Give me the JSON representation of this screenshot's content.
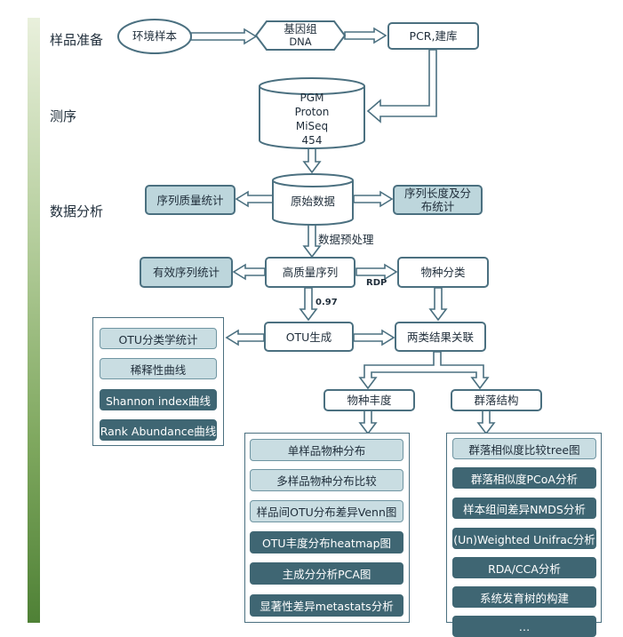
{
  "stages": {
    "prep": "样品准备",
    "seq": "测序",
    "analysis": "数据分析"
  },
  "nodes": {
    "env_sample": "环境样本",
    "genome_line1": "基因组",
    "genome_line2": "DNA",
    "pcr": "PCR,建库",
    "platforms": [
      "PGM",
      "Proton",
      "MiSeq",
      "454"
    ],
    "raw_data": "原始数据",
    "seq_quality": "序列质量统计",
    "seq_length_line1": "序列长度及分",
    "seq_length_line2": "布统计",
    "preprocess": "数据预处理",
    "hq_seq": "高质量序列",
    "valid_seq": "有效序列统计",
    "species_class": "物种分类",
    "rdp": "RDP",
    "threshold": "0.97",
    "otu_gen": "OTU生成",
    "combine": "两类结果关联",
    "richness": "物种丰度",
    "community": "群落结构"
  },
  "otu_panel": [
    {
      "label": "OTU分类学统计",
      "style": "light"
    },
    {
      "label": "稀释性曲线",
      "style": "light"
    },
    {
      "label": "Shannon index曲线",
      "style": "dark"
    },
    {
      "label": "Rank Abundance曲线",
      "style": "dark"
    }
  ],
  "richness_panel": [
    {
      "label": "单样品物种分布",
      "style": "light"
    },
    {
      "label": "多样品物种分布比较",
      "style": "light"
    },
    {
      "label": "样品间OTU分布差异Venn图",
      "style": "light"
    },
    {
      "label": "OTU丰度分布heatmap图",
      "style": "dark"
    },
    {
      "label": "主成分分析PCA图",
      "style": "dark"
    },
    {
      "label": "显著性差异metastats分析",
      "style": "dark"
    }
  ],
  "community_panel": [
    {
      "label": "群落相似度比较tree图",
      "style": "light"
    },
    {
      "label": "群落相似度PCoA分析",
      "style": "dark"
    },
    {
      "label": "样本组间差异NMDS分析",
      "style": "dark"
    },
    {
      "label": "(Un)Weighted Unifrac分析",
      "style": "dark"
    },
    {
      "label": "RDA/CCA分析",
      "style": "dark"
    },
    {
      "label": "系统发育树的构建",
      "style": "dark"
    },
    {
      "label": "…",
      "style": "dark"
    }
  ],
  "colors": {
    "border": "#4b7080",
    "light_fill": "#bdd6dc",
    "dark_fill": "#3f6673",
    "arrow": "#4b7080"
  }
}
